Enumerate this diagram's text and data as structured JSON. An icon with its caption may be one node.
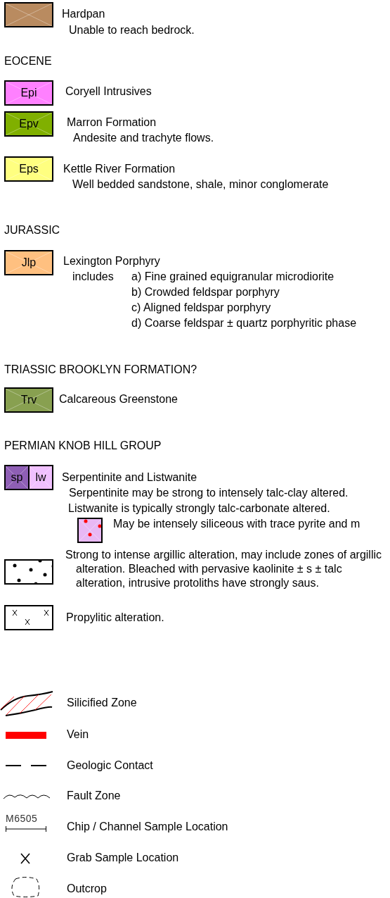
{
  "diagram": {
    "nodes": [
      {
        "text": [],
        "shape": "box",
        "beside": [
          "Hardpan",
          "Unable to reach bedrock."
        ]
      },
      {
        "text": [
          "Epi"
        ],
        "beside": [
          "Coryell Intrusives"
        ]
      },
      {
        "text": [
          "Epv"
        ],
        "beside": [
          "Marron Formation",
          "Andesite and trachyte flows."
        ]
      },
      {
        "text": [
          "Eps"
        ],
        "beside": [
          "Kettle River Formation",
          "Well bedded sandstone, shale, minor conglomerate"
        ]
      },
      {
        "text": [
          "Jlp"
        ],
        "beside": [
          "Lexington Porphyry",
          "includes",
          "a)  Fine grained equigranular microdiorite",
          "b)  Crowded feldspar porphyry",
          "c)  Aligned feldspar porphyry",
          "d)  Coarse feldspar ± quartz porphyritic phase"
        ]
      },
      {
        "text": [
          "Trv"
        ],
        "beside": [
          "Calcareous Greenstone"
        ]
      },
      {
        "text": [
          "sp"
        ]
      },
      {
        "text": [
          "lw"
        ],
        "beside": [
          "Serpentinite and Listwanite",
          "Serpentinite may be strong to intensely talc-clay altered.",
          "Listwanite is typically strongly talc-carbonate altered."
        ]
      },
      {
        "text": [],
        "shape": "box",
        "beside": [
          "May be intensely siliceous with trace pyrite and m"
        ]
      },
      {
        "text": [],
        "shape": "box",
        "beside": [
          "Strong to intense argillic alteration, may include zones of argillic alteration.  Bleached with pervasive kaolinite ± s ± talc alteration, intrusive protoliths have strongly saus."
        ]
      },
      {
        "text": [],
        "shape": "box",
        "beside": [
          "Propylitic alteration."
        ]
      }
    ],
    "edges": [],
    "labels": [
      "EOCENE",
      "JURASSIC",
      "TRIASSIC BROOKLYN FORMATION?",
      "PERMIAN KNOB HILL GROUP",
      "M6505"
    ],
    "legend": [
      {
        "text": "Silicified Zone"
      },
      {
        "text": "Vein",
        "color": "#ff0000"
      },
      {
        "text": "Geologic Contact"
      },
      {
        "text": "Fault Zone"
      },
      {
        "text": "Chip / Channel Sample Location"
      },
      {
        "text": "Grab Sample Location"
      },
      {
        "text": "Outcrop"
      }
    ]
  }
}
